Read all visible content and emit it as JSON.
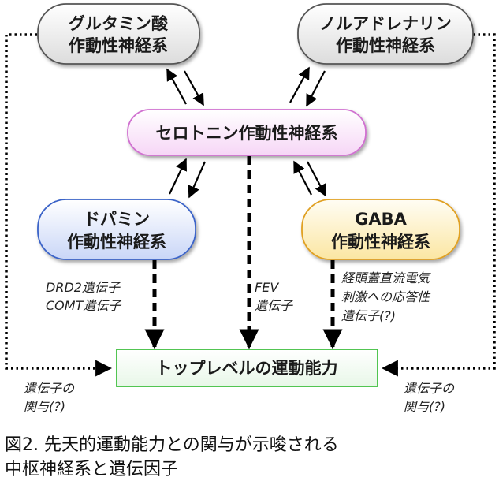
{
  "nodes": {
    "glutamate": [
      "グルタミン酸",
      "作動性神経系"
    ],
    "noradrenaline": [
      "ノルアドレナリン",
      "作動性神経系"
    ],
    "serotonin": "セロトニン作動性神経系",
    "dopamine": [
      "ドパミン",
      "作動性神経系"
    ],
    "gaba": [
      "GABA",
      "作動性神経系"
    ],
    "motor": "トップレベルの運動能力"
  },
  "annotations": {
    "dopamine_genes": [
      "DRD2遺伝子",
      "COMT遺伝子"
    ],
    "fev_gene": [
      "FEV",
      "遺伝子"
    ],
    "gaba_genes": [
      "経頭蓋直流電気",
      "刺激への応答性",
      "遺伝子(?)"
    ],
    "left_involvement": [
      "遺伝子の",
      "関与(?)"
    ],
    "right_involvement": [
      "遺伝子の",
      "関与(?)"
    ]
  },
  "caption": [
    "図2. 先天的運動能力との関与が示唆される",
    "中枢神経系と遺伝因子"
  ],
  "colors": {
    "glutamate_border": "#555555",
    "noradrenaline_border": "#555555",
    "serotonin_border": "#d070d0",
    "dopamine_border": "#3a63c8",
    "gaba_border": "#e0a020",
    "motor_border": "#3fbf3f"
  }
}
